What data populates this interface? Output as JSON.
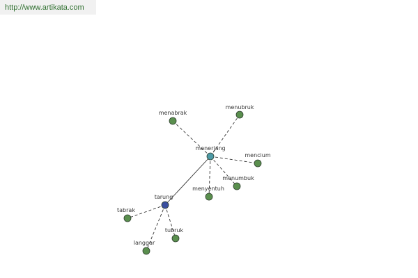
{
  "source_url": "http://www.artikata.com",
  "colors": {
    "synonym_node": "#5a8f4e",
    "hub_node": "#4d9aa6",
    "root_node": "#3a4fa0",
    "node_stroke": "#2f3f2f",
    "edge": "#333333",
    "url_text": "#2e6f2e",
    "url_background": "#f1f1f1"
  },
  "nodes": [
    {
      "id": "menabrak",
      "label": "menabrak",
      "kind": "synonym"
    },
    {
      "id": "menubruk",
      "label": "menubruk",
      "kind": "synonym"
    },
    {
      "id": "menerjang",
      "label": "menerjang",
      "kind": "hub"
    },
    {
      "id": "mencium",
      "label": "mencium",
      "kind": "synonym"
    },
    {
      "id": "menumbuk",
      "label": "menumbuk",
      "kind": "synonym"
    },
    {
      "id": "menyentuh",
      "label": "menyentuh",
      "kind": "synonym"
    },
    {
      "id": "tarung",
      "label": "tarung",
      "kind": "root"
    },
    {
      "id": "tabrak",
      "label": "tabrak",
      "kind": "synonym"
    },
    {
      "id": "tubruk",
      "label": "tubruk",
      "kind": "synonym"
    },
    {
      "id": "langgar",
      "label": "langgar",
      "kind": "synonym"
    }
  ],
  "edges": [
    {
      "from": "tarung",
      "to": "menerjang",
      "style": "solid"
    },
    {
      "from": "menerjang",
      "to": "menabrak",
      "style": "dashed"
    },
    {
      "from": "menerjang",
      "to": "menubruk",
      "style": "dashed"
    },
    {
      "from": "menerjang",
      "to": "mencium",
      "style": "dashed"
    },
    {
      "from": "menerjang",
      "to": "menumbuk",
      "style": "dashed"
    },
    {
      "from": "menerjang",
      "to": "menyentuh",
      "style": "dashed"
    },
    {
      "from": "tarung",
      "to": "tabrak",
      "style": "dashed"
    },
    {
      "from": "tarung",
      "to": "tubruk",
      "style": "dashed"
    },
    {
      "from": "tarung",
      "to": "langgar",
      "style": "dashed"
    }
  ]
}
